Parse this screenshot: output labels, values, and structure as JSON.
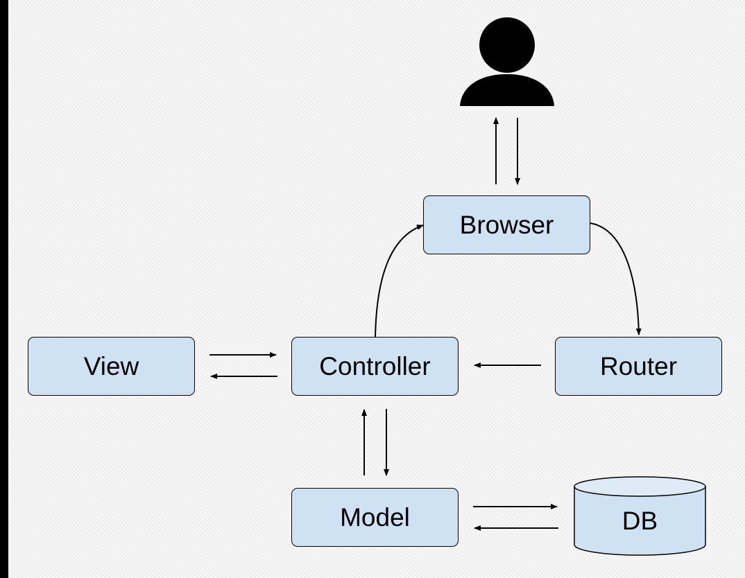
{
  "diagram": {
    "nodes": {
      "browser": "Browser",
      "view": "View",
      "controller": "Controller",
      "router": "Router",
      "model": "Model",
      "db": "DB"
    },
    "icons": {
      "user": "user-icon",
      "database": "database-icon"
    },
    "colors": {
      "node_fill": "#cfe2f3",
      "stroke": "#000000"
    }
  }
}
